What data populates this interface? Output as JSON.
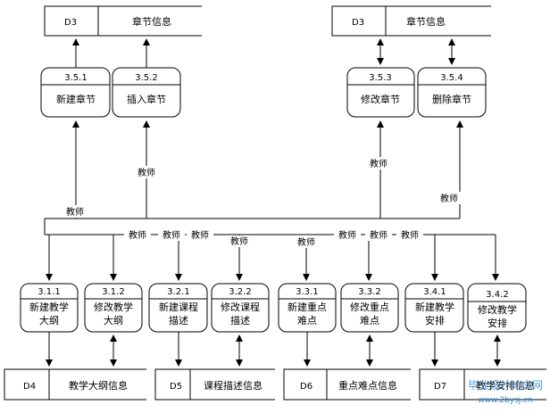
{
  "datastores_top": [
    {
      "id": "D3",
      "name": "章节信息"
    },
    {
      "id": "D3",
      "name": "章节信息"
    }
  ],
  "processes_top": [
    {
      "num": "3.5.1",
      "l1": "新建章节",
      "l2": ""
    },
    {
      "num": "3.5.2",
      "l1": "插入章节",
      "l2": ""
    },
    {
      "num": "3.5.3",
      "l1": "修改章节",
      "l2": ""
    },
    {
      "num": "3.5.4",
      "l1": "删除章节",
      "l2": ""
    }
  ],
  "processes_bottom": [
    {
      "num": "3.1.1",
      "l1": "新建教学",
      "l2": "大纲"
    },
    {
      "num": "3.1.2",
      "l1": "修改教学",
      "l2": "大纲"
    },
    {
      "num": "3.2.1",
      "l1": "新建课程",
      "l2": "描述"
    },
    {
      "num": "3.2.2",
      "l1": "修改课程",
      "l2": "描述"
    },
    {
      "num": "3.3.1",
      "l1": "新建重点",
      "l2": "难点"
    },
    {
      "num": "3.3.2",
      "l1": "修改重点",
      "l2": "难点"
    },
    {
      "num": "3.4.1",
      "l1": "新建教学",
      "l2": "安排"
    },
    {
      "num": "3.4.2",
      "l1": "修改教学",
      "l2": "安排"
    }
  ],
  "datastores_bottom": [
    {
      "id": "D4",
      "name": "教学大纲信息"
    },
    {
      "id": "D5",
      "name": "课程描述信息"
    },
    {
      "id": "D6",
      "name": "重点难点信息"
    },
    {
      "id": "D7",
      "name": "教学安排信息"
    }
  ],
  "flow_label": "教师",
  "watermark": "毕业设计论文网",
  "watermark_url": "www.2bysj.cn"
}
